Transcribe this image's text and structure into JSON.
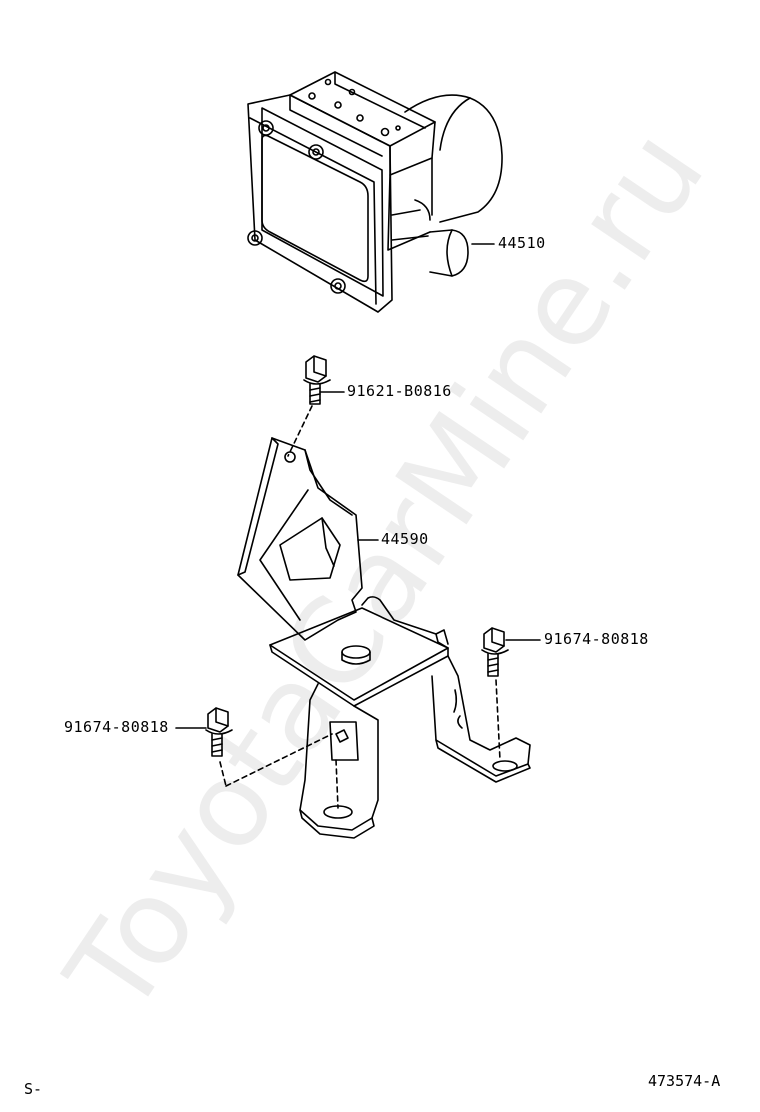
{
  "watermark": "ToyotaCarMine.ru",
  "labels": {
    "abs_actuator": "44510",
    "bolt_top": "91621-B0816",
    "bracket": "44590",
    "bolt_right": "91674-80818",
    "bolt_left": "91674-80818"
  },
  "footer": {
    "left_code": "S-",
    "figure_code": "473574-A"
  },
  "colors": {
    "line": "#000000",
    "background": "#ffffff"
  }
}
